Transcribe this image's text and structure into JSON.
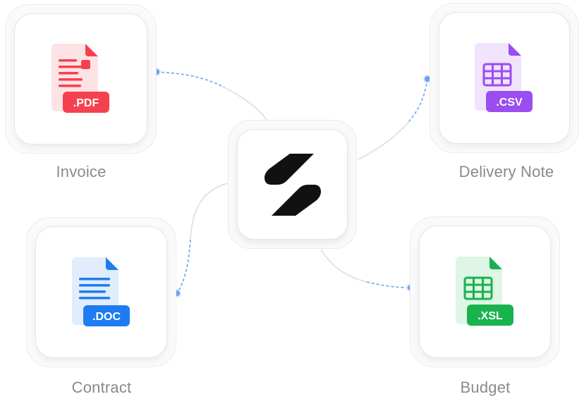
{
  "hub": {
    "logo_icon": "slash-logo-icon"
  },
  "cards": {
    "invoice": {
      "label": "Invoice",
      "badge": ".PDF",
      "color": "#f5414f",
      "light": "#fde3e4",
      "icon": "pdf-file-icon"
    },
    "delivery": {
      "label": "Delivery Note",
      "badge": ".CSV",
      "color": "#9b4df0",
      "light": "#f0e3fc",
      "icon": "csv-file-icon"
    },
    "contract": {
      "label": "Contract",
      "badge": ".DOC",
      "color": "#1e7cf0",
      "light": "#e1ecfc",
      "icon": "doc-file-icon"
    },
    "budget": {
      "label": "Budget",
      "badge": ".XSL",
      "color": "#19b34e",
      "light": "#dff5e6",
      "icon": "xsl-file-icon"
    }
  },
  "connector_color": "#6aa2ee"
}
